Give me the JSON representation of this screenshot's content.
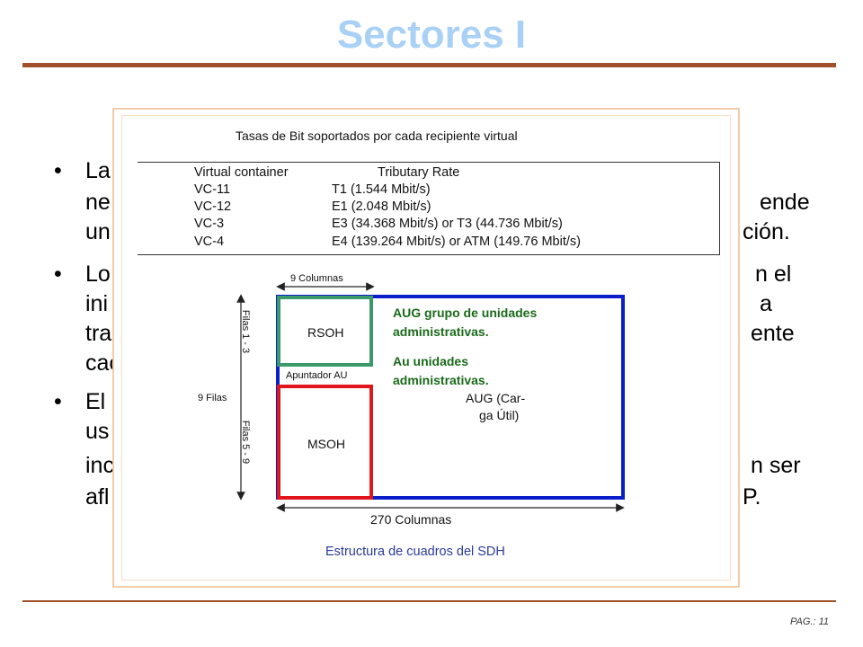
{
  "slide": {
    "title": "Sectores I",
    "page_number": "PAG.: 11"
  },
  "bullets": [
    {
      "left": "La",
      "right_1": "ende",
      "right_2": "ción."
    },
    {
      "left": "Lo",
      "right_1": "n el",
      "right_2": "a",
      "right_3": "ente"
    },
    {
      "left": "El",
      "right_1": "n ser",
      "right_2": "P."
    }
  ],
  "bullet_fragments": {
    "b1_l2": "ne",
    "b1_l3": "un",
    "b2_l2": "ini",
    "b2_l3": "tra",
    "b2_l4": "cac",
    "b3_l2": "us",
    "b3_l3": "inc",
    "b3_l4": "afl"
  },
  "figure": {
    "table_title": "Tasas de Bit soportados por cada recipiente virtual",
    "table": {
      "headers": [
        "Virtual container",
        "Tributary Rate"
      ],
      "rows": [
        [
          "VC-11",
          "T1 (1.544 Mbit/s)"
        ],
        [
          "VC-12",
          "E1 (2.048 Mbit/s)"
        ],
        [
          "VC-3",
          "E3 (34.368 Mbit/s) or T3 (44.736 Mbit/s)"
        ],
        [
          "VC-4",
          "E4 (139.264 Mbit/s) or ATM (149.76 Mbit/s)"
        ]
      ]
    },
    "diagram": {
      "top_label": "9 Columnas",
      "rows_label": "9 Filas",
      "rows_1_3": "Filas 1 - 3",
      "rows_5_9": "Filas 5 - 9",
      "rsoh": "RSOH",
      "pointer": "Apuntador AU",
      "msoh": "MSOH",
      "payload_1": "AUG  (Car-",
      "payload_2": "ga Útil)",
      "note_aug_1": "AUG grupo de unidades",
      "note_aug_2": "administrativas.",
      "note_au_1": "Au  unidades",
      "note_au_2": "administrativas.",
      "bottom_label": "270 Columnas",
      "caption": "Estructura de cuadros del SDH"
    },
    "colors": {
      "payload_border": "#0a1fc8",
      "rsoh_border": "#3a9a6a",
      "msoh_border": "#e0161c",
      "note_text": "#1a6a1a",
      "caption_text": "#2a3a9a"
    }
  }
}
